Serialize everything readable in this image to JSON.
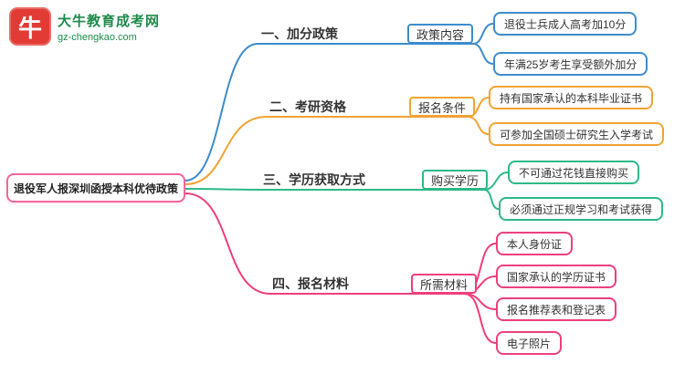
{
  "logo": {
    "icon_text": "牛",
    "site_name": "大牛教育成考网",
    "site_url": "gz-chengkao.com"
  },
  "root": {
    "label": "退役军人报深圳函授本科优待政策"
  },
  "colors": {
    "root_border": "#f0669c",
    "branch_blue": "#3e8ccc",
    "branch_orange": "#f2a334",
    "branch_green": "#2cb987",
    "branch_pink": "#ee3f7d",
    "logo_red": "#e23b35",
    "logo_green": "#1f8a4c"
  },
  "branches": [
    {
      "label": "一、加分政策",
      "sub_label": "政策内容",
      "color": "#3e8ccc",
      "leaves": [
        "退役士兵成人高考加10分",
        "年满25岁考生享受额外加分"
      ]
    },
    {
      "label": "二、考研资格",
      "sub_label": "报名条件",
      "color": "#f2a334",
      "leaves": [
        "持有国家承认的本科毕业证书",
        "可参加全国硕士研究生入学考试"
      ]
    },
    {
      "label": "三、学历获取方式",
      "sub_label": "购买学历",
      "color": "#2cb987",
      "leaves": [
        "不可通过花钱直接购买",
        "必须通过正规学习和考试获得"
      ]
    },
    {
      "label": "四、报名材料",
      "sub_label": "所需材料",
      "color": "#ee3f7d",
      "leaves": [
        "本人身份证",
        "国家承认的学历证书",
        "报名推荐表和登记表",
        "电子照片"
      ]
    }
  ]
}
